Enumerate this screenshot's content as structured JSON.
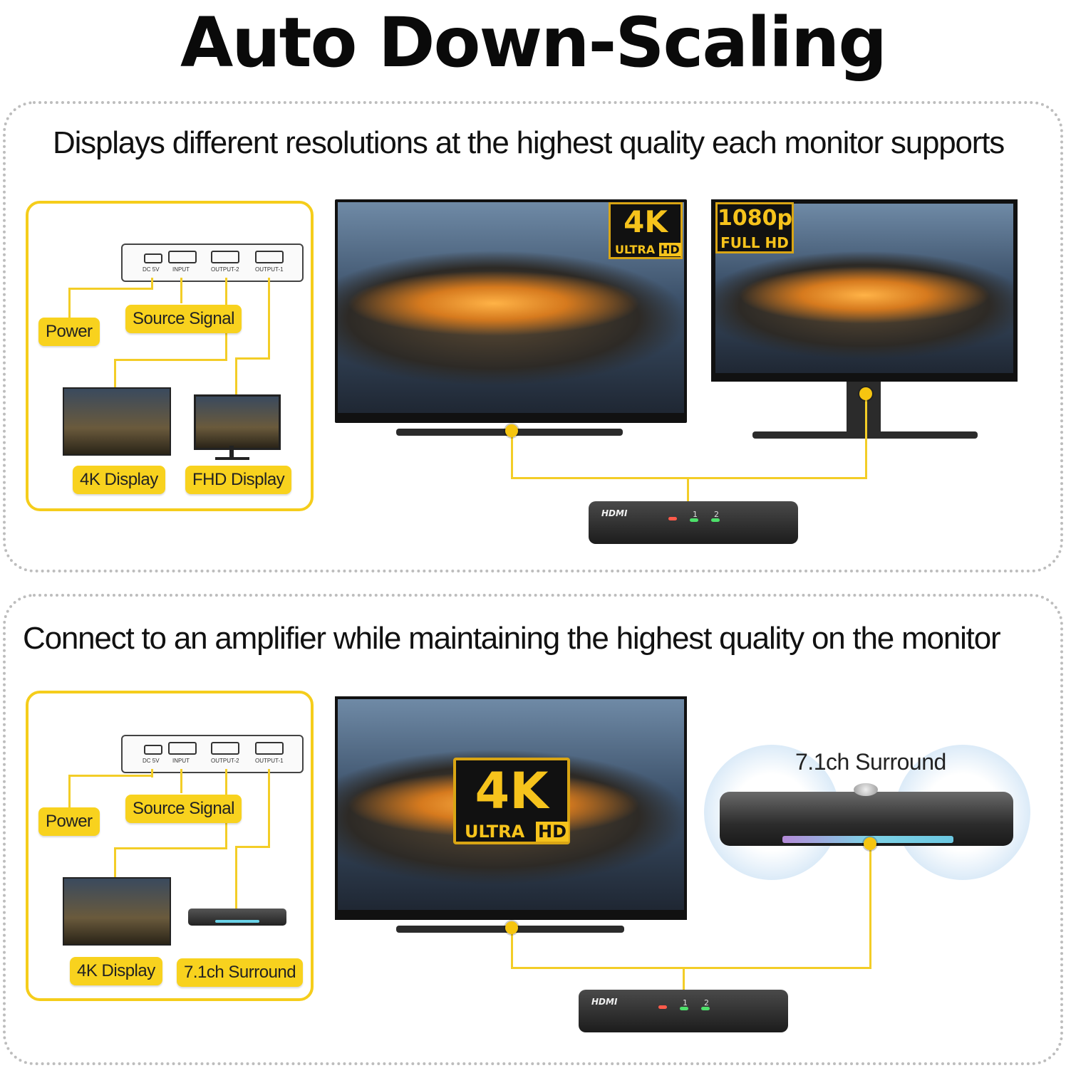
{
  "title": "Auto Down-Scaling",
  "sections": [
    {
      "subtitle": "Displays different resolutions at the highest quality each monitor supports",
      "diagram": {
        "ports": [
          "DC 5V",
          "INPUT",
          "OUTPUT-2",
          "OUTPUT-1"
        ],
        "tags": {
          "power": "Power",
          "source": "Source Signal",
          "left_display": "4K Display",
          "right_display": "FHD Display"
        }
      },
      "monitor_left_badge": {
        "big": "4K",
        "small1": "ULTRA",
        "small2": "HD"
      },
      "monitor_right_badge": {
        "big": "1080p",
        "small": "FULL HD"
      },
      "device": {
        "brand": "HDMI",
        "leds": [
          "1",
          "2"
        ]
      }
    },
    {
      "subtitle": "Connect to an amplifier while maintaining the highest quality on the monitor",
      "diagram": {
        "ports": [
          "DC 5V",
          "INPUT",
          "OUTPUT-2",
          "OUTPUT-1"
        ],
        "tags": {
          "power": "Power",
          "source": "Source Signal",
          "left_display": "4K Display",
          "right_display": "7.1ch Surround"
        }
      },
      "monitor_badge": {
        "big": "4K",
        "small1": "ULTRA",
        "small2": "HD"
      },
      "speaker_label": "7.1ch Surround",
      "device": {
        "brand": "HDMI",
        "leds": [
          "1",
          "2"
        ]
      }
    }
  ],
  "colors": {
    "accent": "#f8d21e",
    "panel_border": "#bdbdbd"
  }
}
